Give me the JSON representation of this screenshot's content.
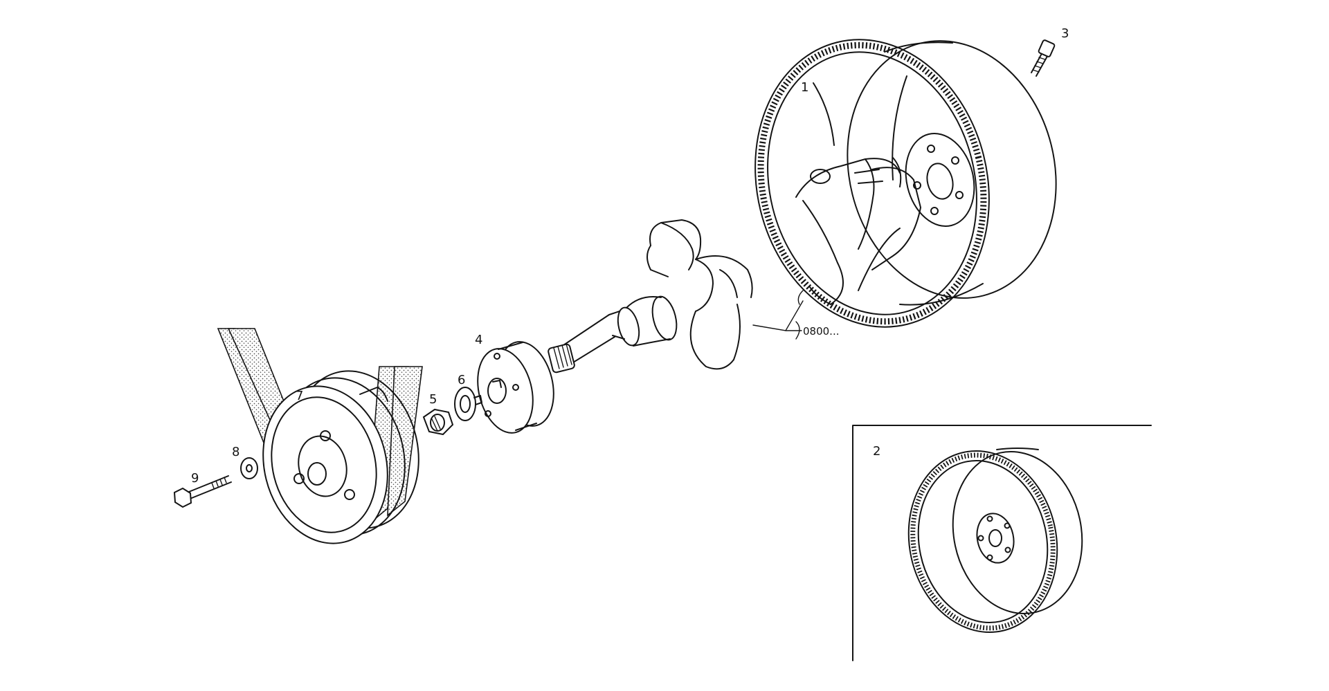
{
  "diagram": {
    "callouts": {
      "flywheel": "1",
      "flywheel_alt": "2",
      "flywheel_bolt": "3",
      "hub": "4",
      "nut": "5",
      "lock_washer": "6",
      "pulley": "7",
      "washer": "8",
      "pulley_bolt": "9"
    },
    "crankshaft_reference": "0800..."
  },
  "colors": {
    "line": "#141414",
    "background": "#ffffff",
    "belt_stipple": "#555555"
  }
}
